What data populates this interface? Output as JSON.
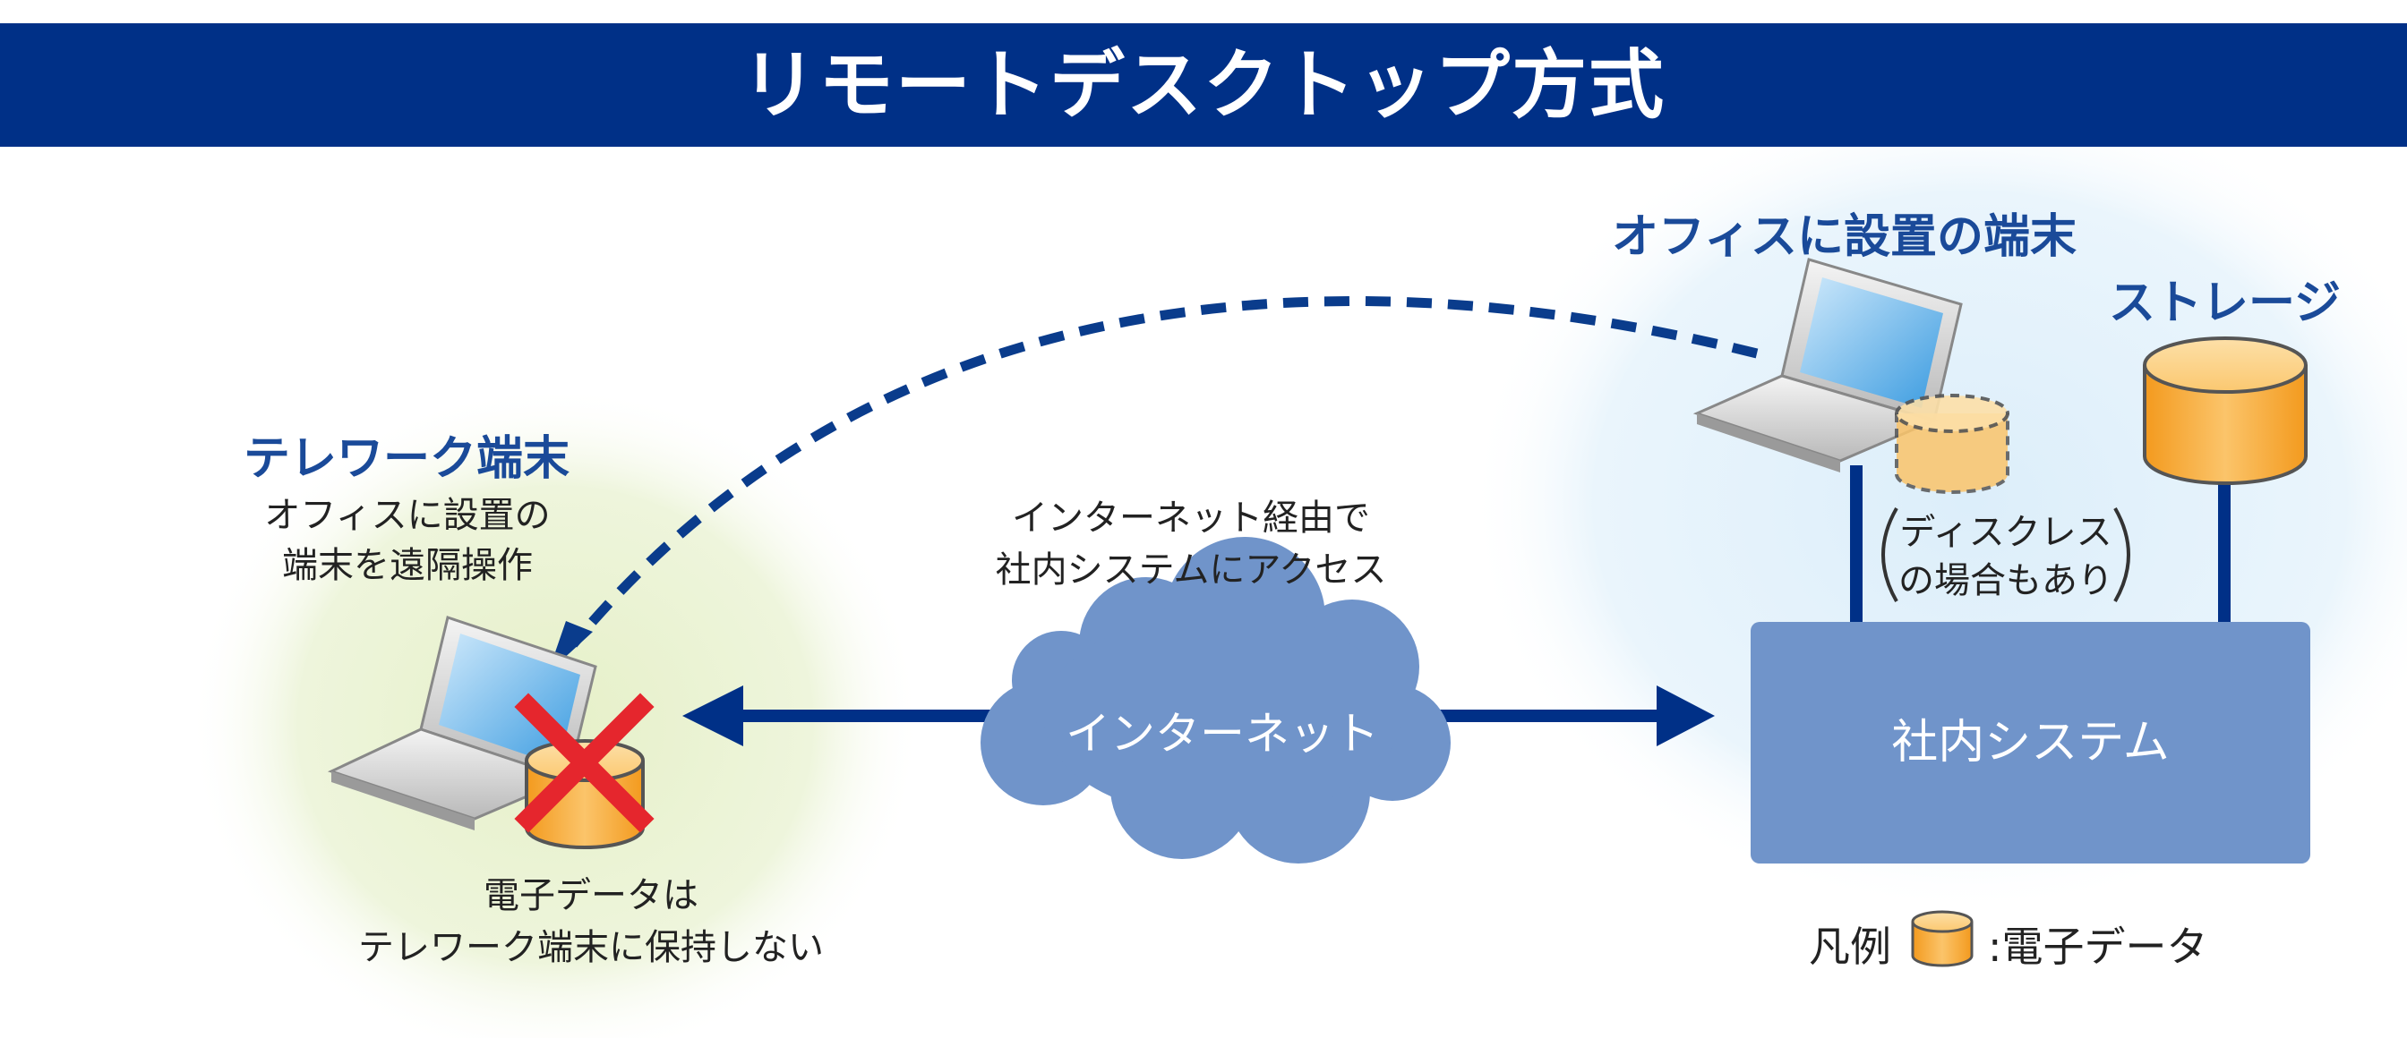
{
  "title": "リモートデスクトップ方式",
  "telework": {
    "heading": "テレワーク端末",
    "desc_line1": "オフィスに設置の",
    "desc_line2": "端末を遠隔操作",
    "note_line1": "電子データは",
    "note_line2": "テレワーク端末に保持しない"
  },
  "internet": {
    "caption_line1": "インターネット経由で",
    "caption_line2": "社内システムにアクセス",
    "cloud_label": "インターネット"
  },
  "office": {
    "terminal_label": "オフィスに設置の端末",
    "storage_label": "ストレージ",
    "diskless_line1": "ディスクレス",
    "diskless_line2": "の場合もあり",
    "system_label": "社内システム"
  },
  "legend": {
    "prefix": "凡例",
    "label": ":電子データ"
  },
  "colors": {
    "title_bg": "#003087",
    "accent_blue": "#003087",
    "system_box": "#7094ca",
    "cloud": "#7094ca",
    "data_orange": "#f6a128",
    "cross_red": "#e5262d"
  }
}
